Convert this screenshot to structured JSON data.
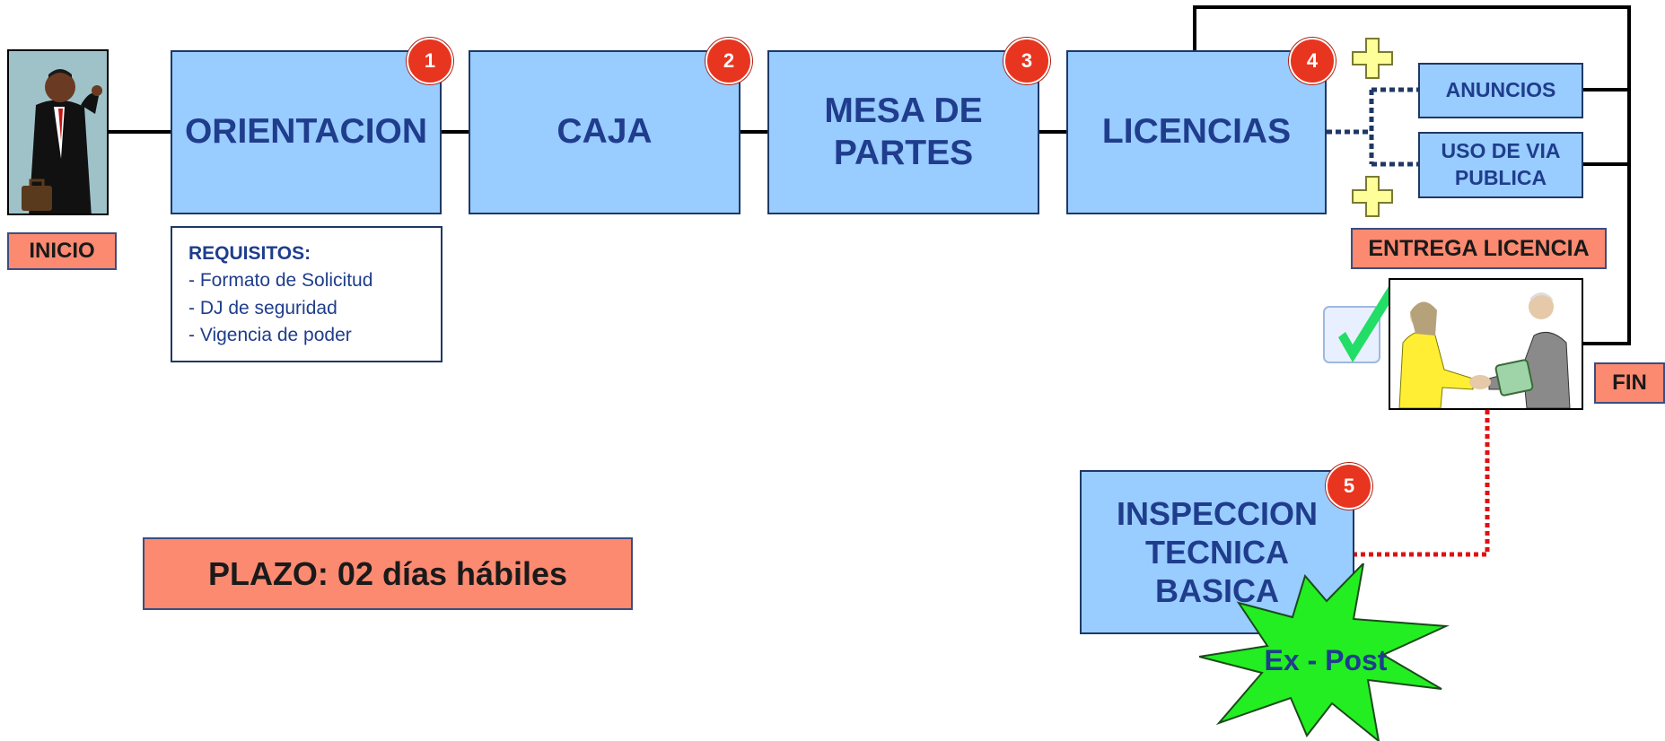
{
  "steps": [
    {
      "number": "1",
      "label": "ORIENTACION"
    },
    {
      "number": "2",
      "label": "CAJA"
    },
    {
      "number": "3",
      "label": "MESA DE\nPARTES"
    },
    {
      "number": "4",
      "label": "LICENCIAS"
    },
    {
      "number": "5",
      "label": "INSPECCION\nTECNICA\nBASICA"
    }
  ],
  "substeps": [
    "ANUNCIOS",
    "USO DE VIA\nPUBLICA"
  ],
  "labels": {
    "start": "INICIO",
    "delivery": "ENTREGA LICENCIA",
    "end": "FIN",
    "deadline": "PLAZO: 02 días hábiles"
  },
  "requirements": {
    "title": "REQUISITOS:",
    "items": [
      "- Formato de Solicitud",
      "- DJ de seguridad",
      "- Vigencia de poder"
    ]
  },
  "starburst": "Ex - Post",
  "colors": {
    "step_fill": "#99ccff",
    "step_text": "#1f3d8c",
    "badge": "#e8351f",
    "label_fill": "#fb8a71",
    "starburst": "#22ee22",
    "plus": "#ffff99"
  },
  "icons": [
    "businessman-phone-icon",
    "plus-icon",
    "checkmark-icon",
    "handshake-icon"
  ]
}
